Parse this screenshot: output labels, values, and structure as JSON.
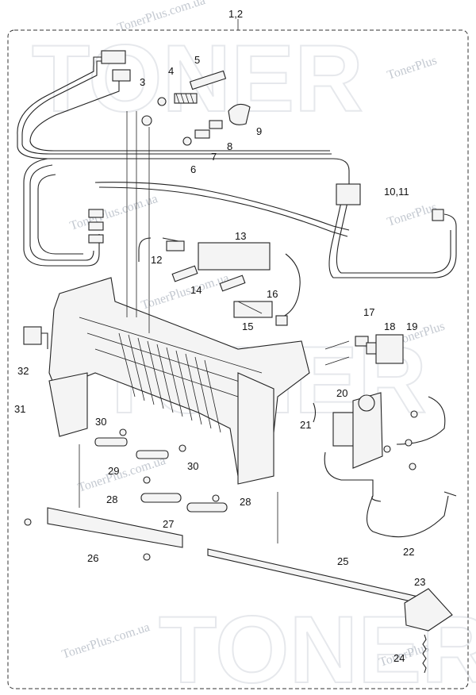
{
  "watermark": {
    "brand_text": "TONER",
    "url_text": "TonerPlus.com.ua",
    "short_text": "TonerPlus"
  },
  "callouts": {
    "c1_2": "1,2",
    "c3": "3",
    "c4": "4",
    "c5": "5",
    "c6": "6",
    "c7": "7",
    "c8": "8",
    "c9": "9",
    "c10_11": "10,11",
    "c12": "12",
    "c13": "13",
    "c14": "14",
    "c15": "15",
    "c16": "16",
    "c17": "17",
    "c18": "18",
    "c19": "19",
    "c20": "20",
    "c21": "21",
    "c22": "22",
    "c23": "23",
    "c24": "24",
    "c25": "25",
    "c26": "26",
    "c27": "27",
    "c28a": "28",
    "c28b": "28",
    "c29": "29",
    "c30a": "30",
    "c30b": "30",
    "c31": "31",
    "c32": "32"
  }
}
